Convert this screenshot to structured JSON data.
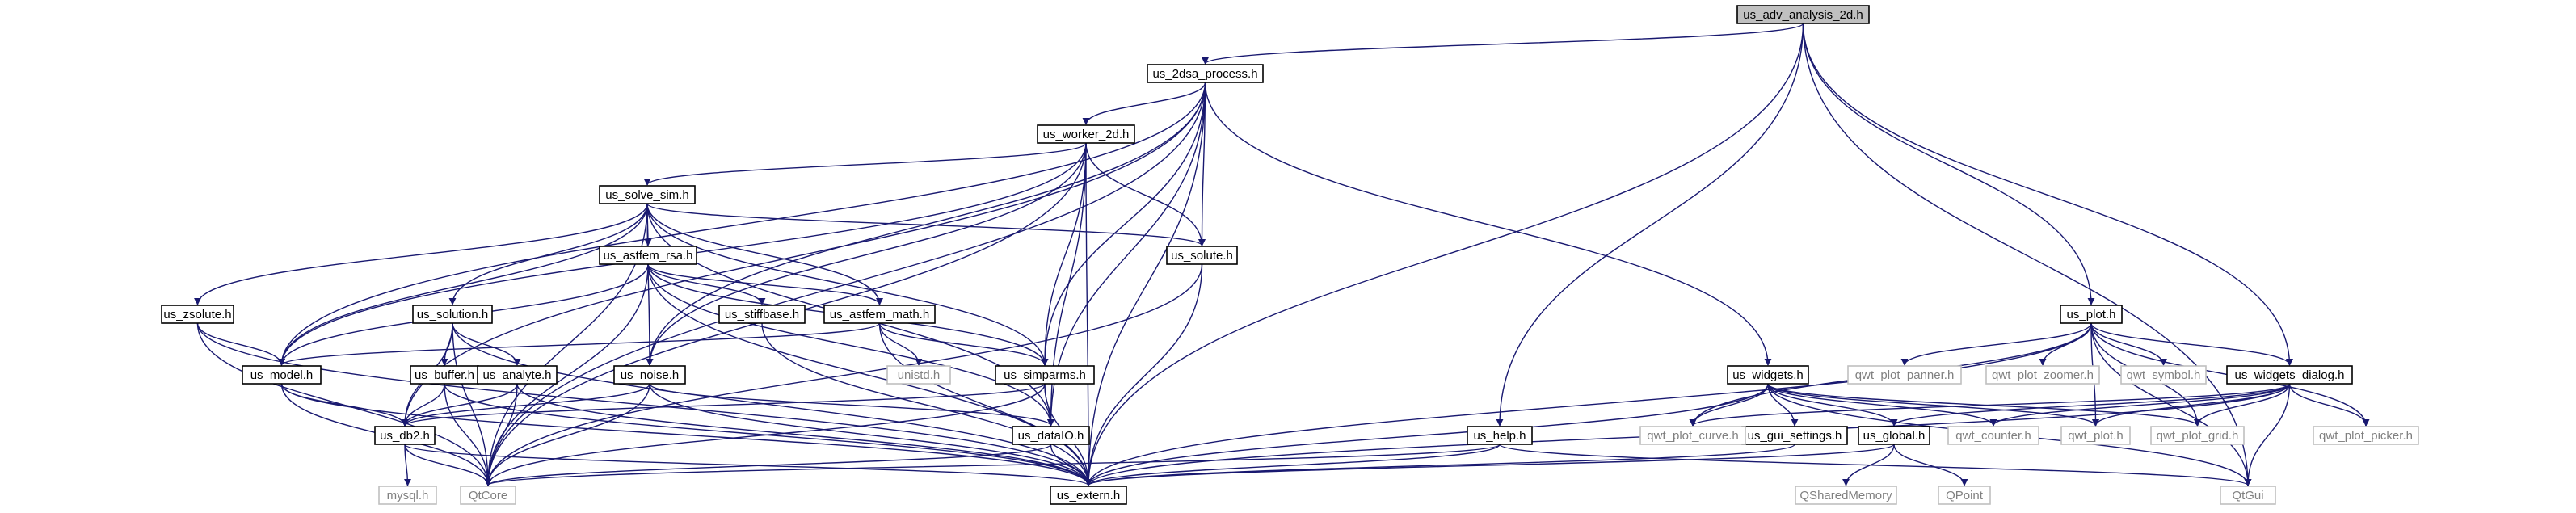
{
  "graph": {
    "colors": {
      "node_fill": "#ffffff",
      "root_fill": "#c0c0c0",
      "node_border": "#000000",
      "external_border": "#c0c0c0",
      "node_text": "#000000",
      "external_text": "#808080",
      "edge": "#191970"
    },
    "nodes": [
      {
        "id": "us_adv_analysis_2d",
        "label": "us_adv_analysis_2d.h",
        "kind": "root"
      },
      {
        "id": "us_2dsa_process",
        "label": "us_2dsa_process.h",
        "kind": "node"
      },
      {
        "id": "us_worker_2d",
        "label": "us_worker_2d.h",
        "kind": "node"
      },
      {
        "id": "us_solve_sim",
        "label": "us_solve_sim.h",
        "kind": "node"
      },
      {
        "id": "us_astfem_rsa",
        "label": "us_astfem_rsa.h",
        "kind": "node"
      },
      {
        "id": "us_zsolute",
        "label": "us_zsolute.h",
        "kind": "node"
      },
      {
        "id": "us_solution",
        "label": "us_solution.h",
        "kind": "node"
      },
      {
        "id": "us_stiffbase",
        "label": "us_stiffbase.h",
        "kind": "node"
      },
      {
        "id": "us_astfem_math",
        "label": "us_astfem_math.h",
        "kind": "node"
      },
      {
        "id": "us_solute",
        "label": "us_solute.h",
        "kind": "node"
      },
      {
        "id": "us_model",
        "label": "us_model.h",
        "kind": "node"
      },
      {
        "id": "us_buffer",
        "label": "us_buffer.h",
        "kind": "node"
      },
      {
        "id": "us_analyte",
        "label": "us_analyte.h",
        "kind": "node"
      },
      {
        "id": "us_noise",
        "label": "us_noise.h",
        "kind": "node"
      },
      {
        "id": "unistd",
        "label": "unistd.h",
        "kind": "external"
      },
      {
        "id": "us_simparms",
        "label": "us_simparms.h",
        "kind": "node"
      },
      {
        "id": "us_db2",
        "label": "us_db2.h",
        "kind": "node"
      },
      {
        "id": "us_dataIO",
        "label": "us_dataIO.h",
        "kind": "node"
      },
      {
        "id": "mysql",
        "label": "mysql.h",
        "kind": "external"
      },
      {
        "id": "QtCore",
        "label": "QtCore",
        "kind": "external"
      },
      {
        "id": "us_extern",
        "label": "us_extern.h",
        "kind": "node"
      },
      {
        "id": "us_widgets",
        "label": "us_widgets.h",
        "kind": "node"
      },
      {
        "id": "us_gui_settings",
        "label": "us_gui_settings.h",
        "kind": "node"
      },
      {
        "id": "us_global",
        "label": "us_global.h",
        "kind": "node"
      },
      {
        "id": "qwt_plot_curve",
        "label": "qwt_plot_curve.h",
        "kind": "external"
      },
      {
        "id": "QSharedMemory",
        "label": "QSharedMemory",
        "kind": "external"
      },
      {
        "id": "QPoint",
        "label": "QPoint",
        "kind": "external"
      },
      {
        "id": "us_help",
        "label": "us_help.h",
        "kind": "node"
      },
      {
        "id": "us_plot",
        "label": "us_plot.h",
        "kind": "node"
      },
      {
        "id": "qwt_plot_panner",
        "label": "qwt_plot_panner.h",
        "kind": "external"
      },
      {
        "id": "qwt_plot_zoomer",
        "label": "qwt_plot_zoomer.h",
        "kind": "external"
      },
      {
        "id": "qwt_symbol",
        "label": "qwt_symbol.h",
        "kind": "external"
      },
      {
        "id": "us_widgets_dialog",
        "label": "us_widgets_dialog.h",
        "kind": "node"
      },
      {
        "id": "qwt_counter",
        "label": "qwt_counter.h",
        "kind": "external"
      },
      {
        "id": "qwt_plot",
        "label": "qwt_plot.h",
        "kind": "external"
      },
      {
        "id": "qwt_plot_grid",
        "label": "qwt_plot_grid.h",
        "kind": "external"
      },
      {
        "id": "qwt_plot_picker",
        "label": "qwt_plot_picker.h",
        "kind": "external"
      },
      {
        "id": "QtGui",
        "label": "QtGui",
        "kind": "external"
      }
    ],
    "edges": [
      [
        "us_adv_analysis_2d",
        "us_2dsa_process"
      ],
      [
        "us_adv_analysis_2d",
        "us_extern"
      ],
      [
        "us_adv_analysis_2d",
        "us_help"
      ],
      [
        "us_adv_analysis_2d",
        "us_plot"
      ],
      [
        "us_adv_analysis_2d",
        "us_widgets_dialog"
      ],
      [
        "us_adv_analysis_2d",
        "QtGui"
      ],
      [
        "us_2dsa_process",
        "us_worker_2d"
      ],
      [
        "us_2dsa_process",
        "us_solute"
      ],
      [
        "us_2dsa_process",
        "us_model"
      ],
      [
        "us_2dsa_process",
        "us_noise"
      ],
      [
        "us_2dsa_process",
        "us_db2"
      ],
      [
        "us_2dsa_process",
        "us_simparms"
      ],
      [
        "us_2dsa_process",
        "us_dataIO"
      ],
      [
        "us_2dsa_process",
        "us_extern"
      ],
      [
        "us_2dsa_process",
        "QtCore"
      ],
      [
        "us_2dsa_process",
        "us_widgets"
      ],
      [
        "us_worker_2d",
        "us_solve_sim"
      ],
      [
        "us_worker_2d",
        "us_solute"
      ],
      [
        "us_worker_2d",
        "us_model"
      ],
      [
        "us_worker_2d",
        "us_noise"
      ],
      [
        "us_worker_2d",
        "us_simparms"
      ],
      [
        "us_worker_2d",
        "us_dataIO"
      ],
      [
        "us_worker_2d",
        "us_extern"
      ],
      [
        "us_worker_2d",
        "QtCore"
      ],
      [
        "us_solve_sim",
        "us_astfem_rsa"
      ],
      [
        "us_solve_sim",
        "us_zsolute"
      ],
      [
        "us_solve_sim",
        "us_solution"
      ],
      [
        "us_solve_sim",
        "us_astfem_math"
      ],
      [
        "us_solve_sim",
        "us_solute"
      ],
      [
        "us_solve_sim",
        "us_model"
      ],
      [
        "us_solve_sim",
        "us_noise"
      ],
      [
        "us_solve_sim",
        "us_simparms"
      ],
      [
        "us_solve_sim",
        "us_dataIO"
      ],
      [
        "us_solve_sim",
        "QtCore"
      ],
      [
        "us_astfem_rsa",
        "us_stiffbase"
      ],
      [
        "us_astfem_rsa",
        "us_astfem_math"
      ],
      [
        "us_astfem_rsa",
        "us_model"
      ],
      [
        "us_astfem_rsa",
        "us_simparms"
      ],
      [
        "us_astfem_rsa",
        "us_dataIO"
      ],
      [
        "us_astfem_rsa",
        "us_extern"
      ],
      [
        "us_astfem_rsa",
        "QtCore"
      ],
      [
        "us_zsolute",
        "us_model"
      ],
      [
        "us_zsolute",
        "us_extern"
      ],
      [
        "us_zsolute",
        "QtCore"
      ],
      [
        "us_solution",
        "us_buffer"
      ],
      [
        "us_solution",
        "us_analyte"
      ],
      [
        "us_solution",
        "us_db2"
      ],
      [
        "us_solution",
        "us_extern"
      ],
      [
        "us_solution",
        "QtCore"
      ],
      [
        "us_stiffbase",
        "us_extern"
      ],
      [
        "us_astfem_math",
        "unistd"
      ],
      [
        "us_astfem_math",
        "us_model"
      ],
      [
        "us_astfem_math",
        "us_simparms"
      ],
      [
        "us_astfem_math",
        "us_extern"
      ],
      [
        "us_solute",
        "us_extern"
      ],
      [
        "us_solute",
        "QtCore"
      ],
      [
        "us_model",
        "us_db2"
      ],
      [
        "us_model",
        "us_extern"
      ],
      [
        "us_model",
        "QtCore"
      ],
      [
        "us_buffer",
        "us_db2"
      ],
      [
        "us_buffer",
        "us_extern"
      ],
      [
        "us_buffer",
        "QtCore"
      ],
      [
        "us_analyte",
        "us_db2"
      ],
      [
        "us_analyte",
        "us_extern"
      ],
      [
        "us_analyte",
        "QtCore"
      ],
      [
        "us_noise",
        "us_db2"
      ],
      [
        "us_noise",
        "us_dataIO"
      ],
      [
        "us_noise",
        "us_extern"
      ],
      [
        "us_noise",
        "QtCore"
      ],
      [
        "us_simparms",
        "us_db2"
      ],
      [
        "us_simparms",
        "us_dataIO"
      ],
      [
        "us_simparms",
        "us_extern"
      ],
      [
        "us_simparms",
        "QtCore"
      ],
      [
        "us_db2",
        "mysql"
      ],
      [
        "us_db2",
        "QtCore"
      ],
      [
        "us_db2",
        "us_extern"
      ],
      [
        "us_dataIO",
        "us_extern"
      ],
      [
        "us_dataIO",
        "QtCore"
      ],
      [
        "us_widgets",
        "us_gui_settings"
      ],
      [
        "us_widgets",
        "us_global"
      ],
      [
        "us_widgets",
        "qwt_plot_curve"
      ],
      [
        "us_widgets",
        "qwt_counter"
      ],
      [
        "us_widgets",
        "qwt_plot"
      ],
      [
        "us_widgets",
        "qwt_plot_grid"
      ],
      [
        "us_widgets",
        "us_extern"
      ],
      [
        "us_widgets",
        "QtGui"
      ],
      [
        "us_gui_settings",
        "us_extern"
      ],
      [
        "us_global",
        "QSharedMemory"
      ],
      [
        "us_global",
        "QPoint"
      ],
      [
        "us_global",
        "us_extern"
      ],
      [
        "us_help",
        "us_extern"
      ],
      [
        "us_help",
        "QtCore"
      ],
      [
        "us_help",
        "QtGui"
      ],
      [
        "us_plot",
        "qwt_plot_panner"
      ],
      [
        "us_plot",
        "qwt_plot_zoomer"
      ],
      [
        "us_plot",
        "qwt_symbol"
      ],
      [
        "us_plot",
        "us_widgets_dialog"
      ],
      [
        "us_plot",
        "qwt_plot_curve"
      ],
      [
        "us_plot",
        "qwt_plot"
      ],
      [
        "us_plot",
        "qwt_plot_grid"
      ],
      [
        "us_plot",
        "qwt_plot_picker"
      ],
      [
        "us_plot",
        "us_extern"
      ],
      [
        "us_plot",
        "QtGui"
      ],
      [
        "us_widgets_dialog",
        "us_global"
      ],
      [
        "us_widgets_dialog",
        "qwt_counter"
      ],
      [
        "us_widgets_dialog",
        "qwt_plot"
      ],
      [
        "us_widgets_dialog",
        "qwt_plot_grid"
      ],
      [
        "us_widgets_dialog",
        "qwt_plot_picker"
      ],
      [
        "us_widgets_dialog",
        "qwt_plot_curve"
      ],
      [
        "us_widgets_dialog",
        "us_extern"
      ],
      [
        "us_widgets_dialog",
        "QtGui"
      ]
    ]
  }
}
